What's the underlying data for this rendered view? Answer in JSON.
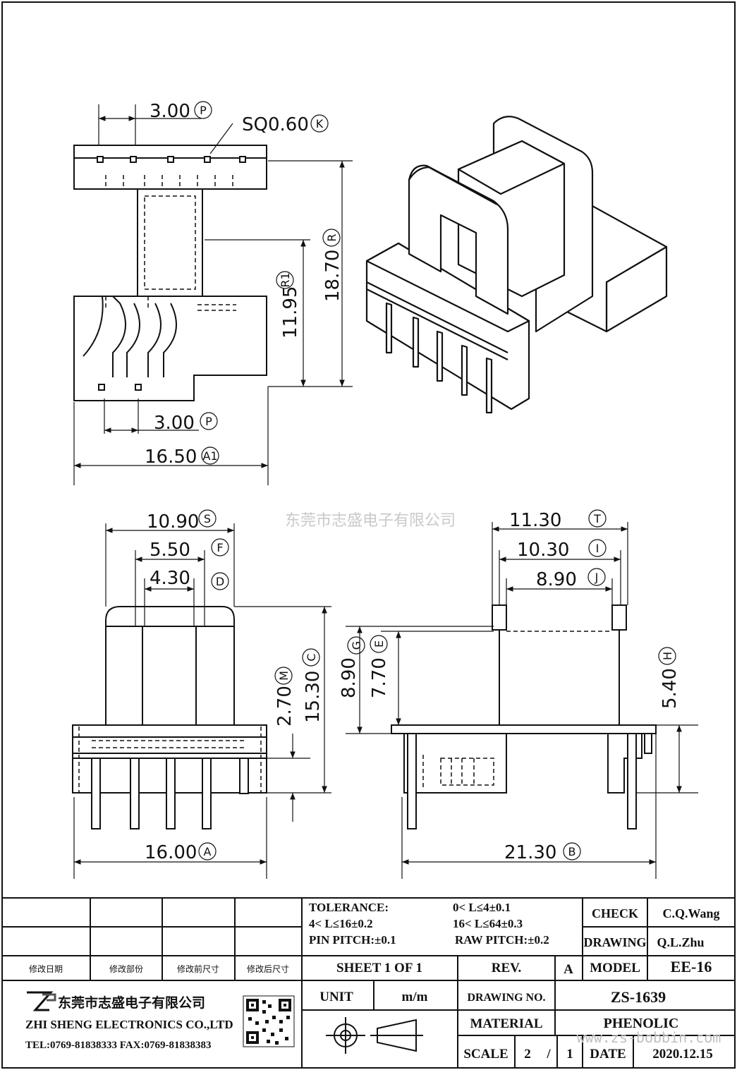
{
  "watermark": "东莞市志盛电子有限公司",
  "watermark_url": "www.zs-bobbin.com",
  "top_view": {
    "dims": {
      "pin_pitch_top": "3.00",
      "pin_pitch_top_tag": "P",
      "pin_size": "SQ0.60",
      "pin_size_tag": "K",
      "height_total": "18.70",
      "height_total_tag": "R",
      "height_partial": "11.95",
      "height_partial_tag": "R1",
      "pin_pitch_bottom": "3.00",
      "pin_pitch_bottom_tag": "P",
      "width": "16.50",
      "width_tag": "A1"
    }
  },
  "front_view": {
    "dims": {
      "w_s": "10.90",
      "w_s_tag": "S",
      "w_f": "5.50",
      "w_f_tag": "F",
      "w_d": "4.30",
      "w_d_tag": "D",
      "h_m": "2.70",
      "h_m_tag": "M",
      "h_c": "15.30",
      "h_c_tag": "C",
      "w_a": "16.00",
      "w_a_tag": "A"
    }
  },
  "side_view": {
    "dims": {
      "w_t": "11.30",
      "w_t_tag": "T",
      "w_i": "10.30",
      "w_i_tag": "I",
      "w_j": "8.90",
      "w_j_tag": "J",
      "h_g": "8.90",
      "h_g_tag": "G",
      "h_e": "7.70",
      "h_e_tag": "E",
      "h_h": "5.40",
      "h_h_tag": "H",
      "w_b": "21.30",
      "w_b_tag": "B"
    }
  },
  "title_block": {
    "tolerance_label": "TOLERANCE:",
    "tol_1": "0< L≤4±0.1",
    "tol_2": "4< L≤16±0.2",
    "tol_3": "16< L≤64±0.3",
    "pin_pitch_tol": "PIN PITCH:±0.1",
    "raw_pitch_tol": "RAW PITCH:±0.2",
    "check_label": "CHECK",
    "check_value": "C.Q.Wang",
    "drawing_label": "DRAWING",
    "drawing_value": "Q.L.Zhu",
    "rev_cols": [
      "修改日期",
      "修改部份",
      "修改前尺寸",
      "修改后尺寸"
    ],
    "sheet": "SHEET  1  OF  1",
    "rev_label": "REV.",
    "rev_value": "A",
    "model_label": "MODEL",
    "model_value": "EE-16",
    "unit_label": "UNIT",
    "unit_value": "m/m",
    "drawing_no_label": "DRAWING  NO.",
    "drawing_no_value": "ZS-1639",
    "material_label": "MATERIAL",
    "material_value": "PHENOLIC",
    "scale_label": "SCALE",
    "scale_num": "2",
    "scale_sep": "/",
    "scale_den": "1",
    "date_label": "DATE",
    "date_value": "2020.12.15",
    "company_cn": "东莞市志盛电子有限公司",
    "company_en": "ZHI SHENG ELECTRONICS CO.,LTD",
    "company_tel": "TEL:0769-81838333 FAX:0769-81838383"
  }
}
